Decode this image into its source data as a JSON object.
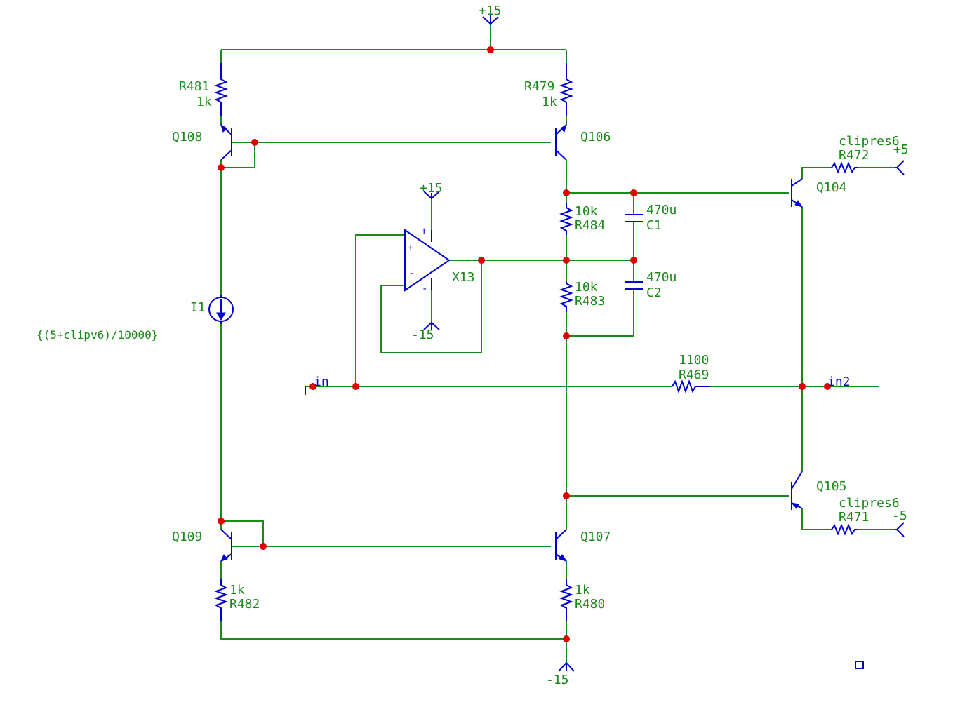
{
  "rails": {
    "top_plus15": "+15",
    "opamp_plus15": "+15",
    "opamp_minus15": "-15",
    "bottom_minus15": "-15",
    "plus5": "+5",
    "minus5": "-5"
  },
  "components": {
    "r481": {
      "ref": "R481",
      "value": "1k"
    },
    "r479": {
      "ref": "R479",
      "value": "1k"
    },
    "r484": {
      "ref": "R484",
      "value": "10k"
    },
    "r483": {
      "ref": "R483",
      "value": "10k"
    },
    "r482": {
      "ref": "R482",
      "value": "1k"
    },
    "r480": {
      "ref": "R480",
      "value": "1k"
    },
    "r472": {
      "ref": "R472",
      "value": "clipres6"
    },
    "r471": {
      "ref": "R471",
      "value": "clipres6"
    },
    "r469": {
      "ref": "R469",
      "value": "1100"
    },
    "c1": {
      "ref": "C1",
      "value": "470u"
    },
    "c2": {
      "ref": "C2",
      "value": "470u"
    },
    "q108": {
      "ref": "Q108"
    },
    "q106": {
      "ref": "Q106"
    },
    "q104": {
      "ref": "Q104"
    },
    "q105": {
      "ref": "Q105"
    },
    "q109": {
      "ref": "Q109"
    },
    "q107": {
      "ref": "Q107"
    },
    "x13": {
      "ref": "X13",
      "plus": "+",
      "minus": "-"
    },
    "i1": {
      "ref": "I1",
      "value": "{(5+clipv6)/10000}"
    }
  },
  "ports": {
    "in": "in",
    "in2": "in2"
  },
  "colors": {
    "wire": "#1a8a1a",
    "component": "#0000d0",
    "junction": "#e00000",
    "background": "#ffffff"
  }
}
